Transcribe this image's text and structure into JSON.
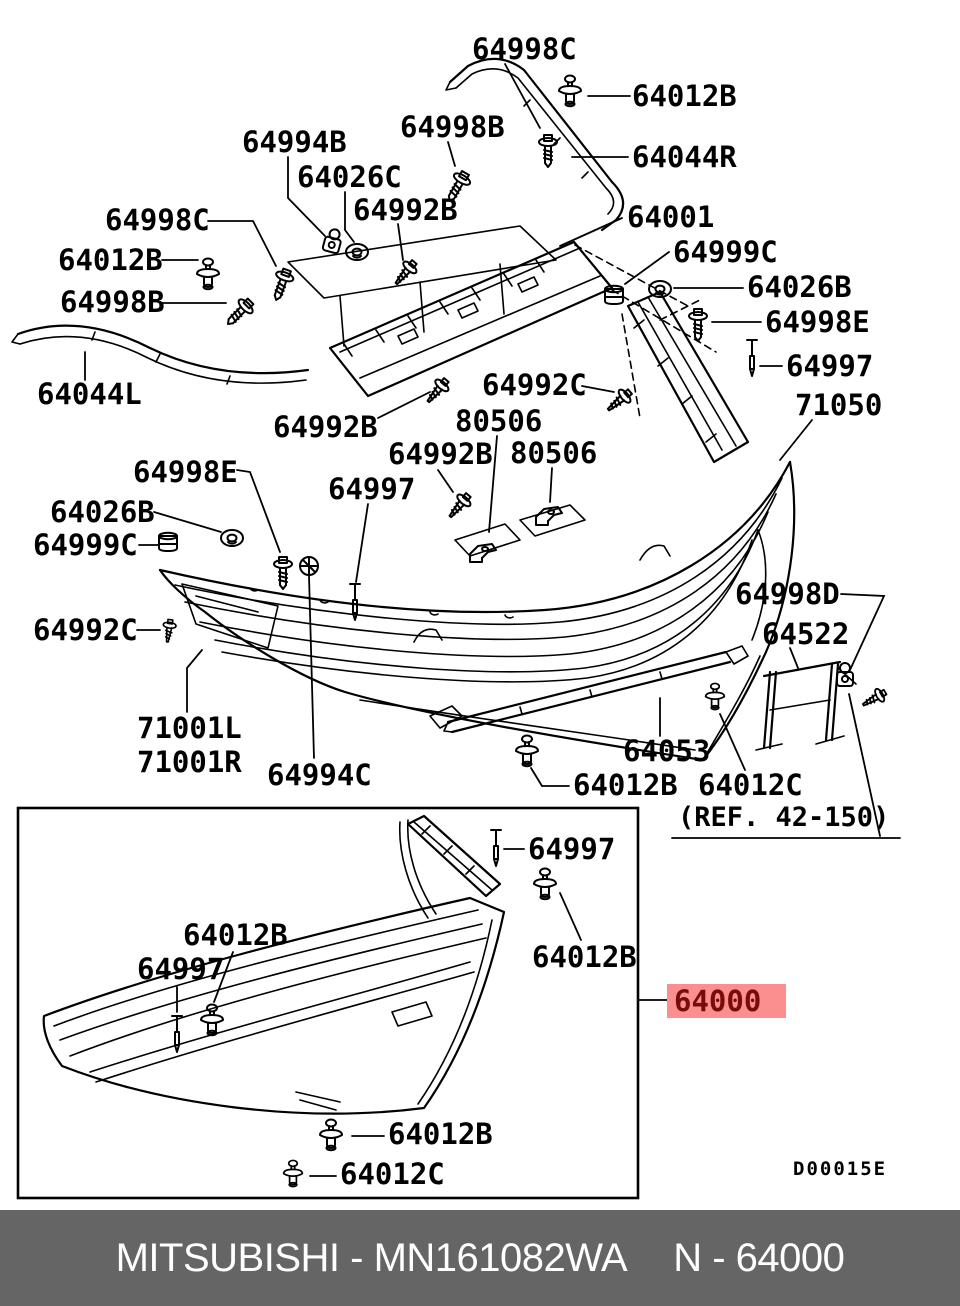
{
  "labels": {
    "top_64998c": "64998C",
    "top_64012b": "64012B",
    "top_64998b": "64998B",
    "t_64994b": "64994B",
    "t_64026c": "64026C",
    "t_64992b": "64992B",
    "r_64044r": "64044R",
    "r_64001": "64001",
    "r_64999c": "64999C",
    "r_64026b": "64026B",
    "r_64998e": "64998E",
    "r_64997": "64997",
    "r_71050": "71050",
    "l_64998c": "64998C",
    "l_64012b": "64012B",
    "l_64998b": "64998B",
    "l_64044l": "64044L",
    "lm_64992b": "64992B",
    "m_64992c": "64992C",
    "m_80506_a": "80506",
    "m_64992b": "64992B",
    "m_80506_b": "80506",
    "m_64997": "64997",
    "l2_64998e": "64998E",
    "l2_64026b": "64026B",
    "l2_64999c": "64999C",
    "l2_64992c": "64992C",
    "b_71001l": "71001L",
    "b_71001r": "71001R",
    "b_64994c": "64994C",
    "rl_64998d": "64998D",
    "rl_64522": "64522",
    "rl_64053": "64053",
    "rl_64012b": "64012B",
    "rl_64012c": "64012C",
    "ref_note": "(REF. 42-150)",
    "bx_64997_r": "64997",
    "bx_64012b_r": "64012B",
    "bx_64012b_l": "64012B",
    "bx_64997_l": "64997",
    "bx2_64012b": "64012B",
    "bx2_64012c": "64012C"
  },
  "highlight": {
    "part_number": "64000"
  },
  "watermark": "D00015E",
  "footer": {
    "brand_code": "MITSUBISHI - MN161082WA",
    "catalog_code": "N - 64000"
  },
  "colors": {
    "highlight_bg": "#fb8f8f",
    "highlight_fg": "#7a0b0b",
    "footer_bg": "#656565",
    "line": "#000000"
  }
}
